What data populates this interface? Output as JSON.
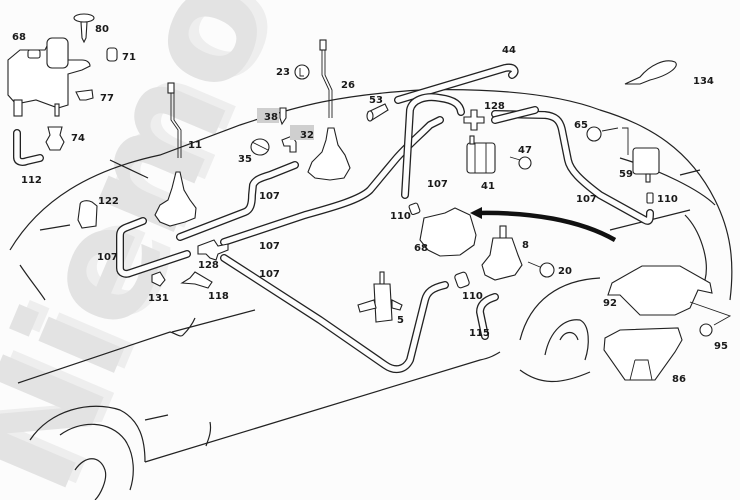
{
  "diagram": {
    "title": "Vacuum / central locking system parts diagram",
    "watermark": "Niemoeller",
    "callouts": [
      {
        "id": "68a",
        "label": "68",
        "part": "vacuum pump / reservoir (front)"
      },
      {
        "id": "80",
        "label": "80",
        "part": "screw"
      },
      {
        "id": "71",
        "label": "71",
        "part": "rubber mount"
      },
      {
        "id": "77",
        "label": "77",
        "part": "clip"
      },
      {
        "id": "74",
        "label": "74",
        "part": "grommet"
      },
      {
        "id": "112",
        "label": "112",
        "part": "elbow hose"
      },
      {
        "id": "11",
        "label": "11",
        "part": "lock rod"
      },
      {
        "id": "122",
        "label": "122",
        "part": "clip holder"
      },
      {
        "id": "23",
        "label": "23",
        "part": "cap"
      },
      {
        "id": "26",
        "label": "26",
        "part": "lock rod"
      },
      {
        "id": "38",
        "label": "38",
        "part": "clip",
        "highlighted": true
      },
      {
        "id": "32",
        "label": "32",
        "part": "connector",
        "highlighted": true
      },
      {
        "id": "35",
        "label": "35",
        "part": "retainer"
      },
      {
        "id": "44",
        "label": "44",
        "part": "hose"
      },
      {
        "id": "53",
        "label": "53",
        "part": "plug"
      },
      {
        "id": "128a",
        "label": "128",
        "part": "cross connector (upper)"
      },
      {
        "id": "47",
        "label": "47",
        "part": "screw"
      },
      {
        "id": "41",
        "label": "41",
        "part": "actuator"
      },
      {
        "id": "134",
        "label": "134",
        "part": "cable tie"
      },
      {
        "id": "65",
        "label": "65",
        "part": "screw"
      },
      {
        "id": "59",
        "label": "59",
        "part": "actuator (rear)"
      },
      {
        "id": "110a",
        "label": "110",
        "part": "hose connector (rear)"
      },
      {
        "id": "107a",
        "label": "107",
        "part": "hose (rear)"
      },
      {
        "id": "107b",
        "label": "107",
        "part": "hose (center)"
      },
      {
        "id": "110b",
        "label": "110",
        "part": "hose connector (center)"
      },
      {
        "id": "68b",
        "label": "68",
        "part": "vacuum pump (center)"
      },
      {
        "id": "8",
        "label": "8",
        "part": "actuator (fuel flap)"
      },
      {
        "id": "20",
        "label": "20",
        "part": "screw"
      },
      {
        "id": "110c",
        "label": "110",
        "part": "hose connector (lower)"
      },
      {
        "id": "115",
        "label": "115",
        "part": "elbow hose"
      },
      {
        "id": "5",
        "label": "5",
        "part": "valve"
      },
      {
        "id": "107c",
        "label": "107",
        "part": "hose (left upper)"
      },
      {
        "id": "107d",
        "label": "107",
        "part": "hose (left)"
      },
      {
        "id": "107e",
        "label": "107",
        "part": "hose (middle)"
      },
      {
        "id": "107f",
        "label": "107",
        "part": "hose (long diagonal)"
      },
      {
        "id": "128b",
        "label": "128",
        "part": "cross connector (lower)"
      },
      {
        "id": "131",
        "label": "131",
        "part": "connector clips"
      },
      {
        "id": "118",
        "label": "118",
        "part": "T-connector"
      },
      {
        "id": "92",
        "label": "92",
        "part": "cover"
      },
      {
        "id": "95",
        "label": "95",
        "part": "screw"
      },
      {
        "id": "86",
        "label": "86",
        "part": "insulation cover"
      }
    ]
  }
}
